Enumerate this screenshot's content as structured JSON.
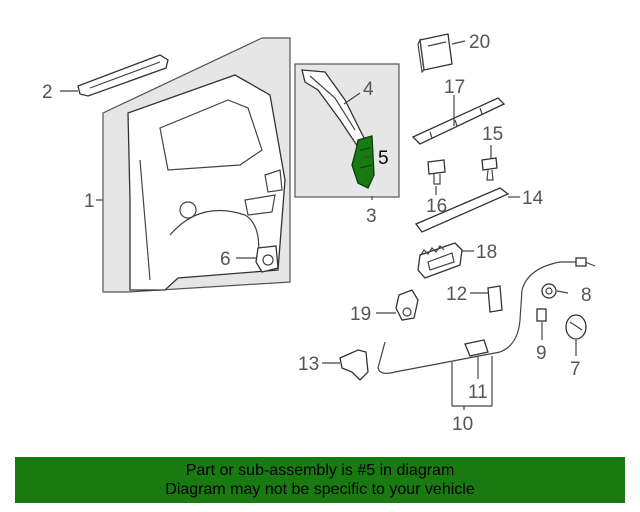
{
  "callouts": {
    "c1": "1",
    "c2": "2",
    "c3": "3",
    "c4": "4",
    "c5": "5",
    "c6": "6",
    "c7": "7",
    "c8": "8",
    "c9": "9",
    "c10": "10",
    "c11": "11",
    "c12": "12",
    "c13": "13",
    "c14": "14",
    "c15": "15",
    "c16": "16",
    "c17": "17",
    "c18": "18",
    "c19": "19",
    "c20": "20"
  },
  "highlight_part": "5",
  "colors": {
    "highlight": "#1a7a12",
    "banner_bg": "#1a7a12",
    "panel": "#e6e6e6"
  },
  "banner": {
    "line1": "Part or sub-assembly is #5 in diagram",
    "line2": "Diagram may not be specific to your vehicle"
  }
}
